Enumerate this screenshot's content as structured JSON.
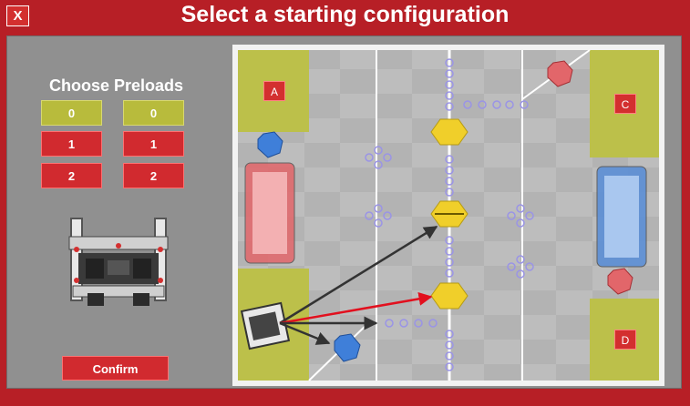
{
  "window": {
    "title": "Select a starting configuration",
    "close_label": "X"
  },
  "preloads": {
    "title": "Choose Preloads",
    "left_options": [
      "0",
      "1",
      "2"
    ],
    "right_options": [
      "0",
      "1",
      "2"
    ]
  },
  "confirm_label": "Confirm",
  "field": {
    "start_positions": [
      "A",
      "C",
      "D"
    ],
    "colors": {
      "tile_light": "#bdbdbd",
      "tile_dark": "#a9a9a9",
      "home_zone": "#bcc04a",
      "red_goal": "#e2666a",
      "blue_goal": "#5c8fd6",
      "yellow_goal": "#f0cf2a",
      "arrow_red": "#e2101e",
      "arrow_dark": "#333333",
      "ring": "#9a94e6"
    }
  }
}
